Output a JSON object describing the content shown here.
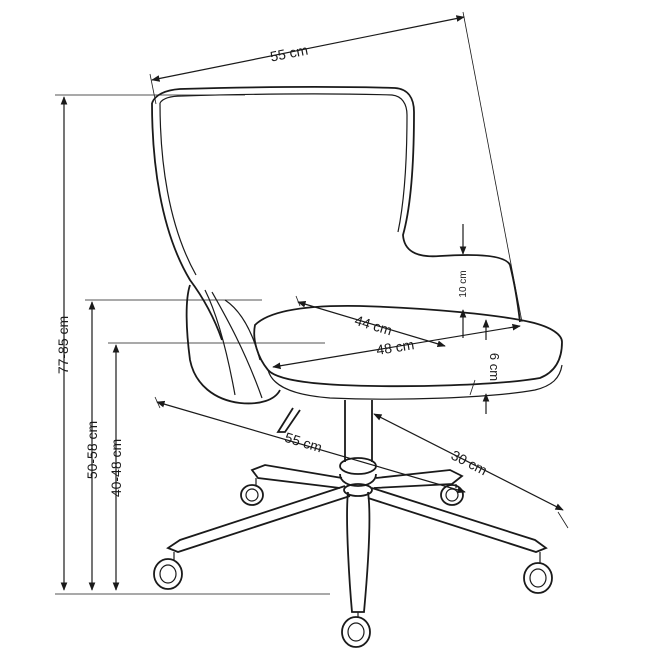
{
  "dimensions": {
    "top_width": "55 cm",
    "overall_height": "77-85 cm",
    "seat_height": "50-58 cm",
    "seat_height_low": "40-48 cm",
    "seat_depth": "44 cm",
    "seat_width": "48 cm",
    "back_gap": "10 cm",
    "seat_thickness": "6 cm",
    "base_width": "55 cm",
    "base_radius": "30 cm"
  }
}
